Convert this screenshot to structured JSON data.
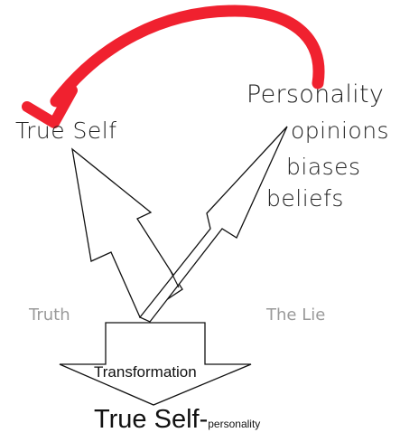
{
  "labels": {
    "true_self_top": "True Self",
    "personality": "Personality",
    "opinions": "opinions",
    "biases": "biases",
    "beliefs": "beliefs",
    "truth": "Truth",
    "the_lie": "The Lie",
    "transformation": "Transformation",
    "true_self_bottom": "True Self-",
    "personality_small": "personality"
  },
  "colors": {
    "red_arrow": "#f0212f",
    "outline": "#111111",
    "grey_text": "#9a9a9a",
    "text": "#222222"
  }
}
